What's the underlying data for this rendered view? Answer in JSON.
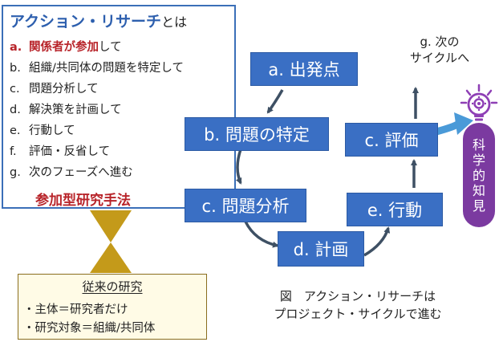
{
  "definition": {
    "title_key": "アクション・リサーチ",
    "title_tail": "とは",
    "items": [
      {
        "marker": "a.",
        "highlight": "関係者が参加",
        "rest": "して"
      },
      {
        "marker": "b.",
        "highlight": "",
        "rest": "組織/共同体の問題を特定して"
      },
      {
        "marker": "c.",
        "highlight": "",
        "rest": "問題分析して"
      },
      {
        "marker": "d.",
        "highlight": "",
        "rest": "解決策を計画して"
      },
      {
        "marker": "e.",
        "highlight": "",
        "rest": "行動して"
      },
      {
        "marker": "f.",
        "highlight": "",
        "rest": "評価・反省して"
      },
      {
        "marker": "g.",
        "highlight": "",
        "rest": "次のフェーズへ進む"
      }
    ],
    "footer": "参加型研究手法"
  },
  "traditional": {
    "title": "従来の研究",
    "lines": [
      "・主体＝研究者だけ",
      "・研究対象＝組織/共同体"
    ]
  },
  "cycle": {
    "steps": {
      "a": "a. 出発点",
      "b": "b. 問題の特定",
      "c_analysis": "c. 問題分析",
      "d": "d. 計画",
      "e": "e. 行動",
      "c_eval": "c. 評価"
    },
    "next_line1": "g. 次の",
    "next_line2": "サイクルへ"
  },
  "science_knowledge": [
    "科",
    "学",
    "的",
    "知",
    "見"
  ],
  "caption": {
    "line1": "図　アクション・リサーチは",
    "line2": "プロジェクト・サイクルで進む"
  },
  "colors": {
    "step_blue": "#3a6fc4",
    "accent_red": "#b8242a",
    "hourglass_gold": "#c49a1a",
    "purple": "#7b3aa0",
    "arrow_sky": "#4a9ad8",
    "arrow_slate": "#3e5064"
  },
  "icons": [
    "lightbulb-gear-icon"
  ]
}
